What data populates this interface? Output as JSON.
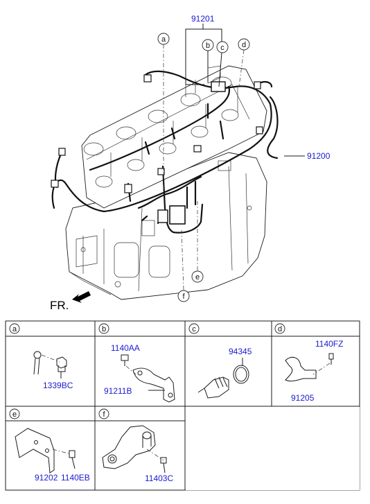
{
  "main_diagram": {
    "part_labels": {
      "p91201": "91201",
      "p91200": "91200"
    },
    "callouts": [
      "a",
      "b",
      "c",
      "d",
      "e",
      "f"
    ],
    "front_marker": "FR."
  },
  "detail_table": {
    "cells": [
      {
        "letter": "a",
        "parts": [
          "1339BC"
        ]
      },
      {
        "letter": "b",
        "parts": [
          "1140AA",
          "91211B"
        ]
      },
      {
        "letter": "c",
        "parts": [
          "94345"
        ]
      },
      {
        "letter": "d",
        "parts": [
          "1140FZ",
          "91205"
        ]
      },
      {
        "letter": "e",
        "parts": [
          "91202",
          "1140EB"
        ]
      },
      {
        "letter": "f",
        "parts": [
          "11403C"
        ]
      }
    ]
  },
  "colors": {
    "label": "#1a1ad0",
    "line": "#1a1a1a"
  }
}
